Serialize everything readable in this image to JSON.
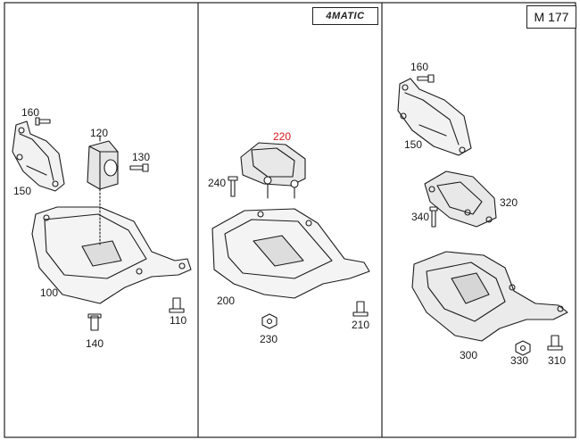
{
  "header": {
    "badge_matic": "4MATIC",
    "code": "M 177"
  },
  "panels": {
    "left": {
      "labels": [
        "160",
        "120",
        "130",
        "150",
        "100",
        "110",
        "140"
      ]
    },
    "middle": {
      "labels": [
        "220",
        "240",
        "200",
        "210",
        "230"
      ]
    },
    "right": {
      "labels": [
        "160",
        "150",
        "320",
        "340",
        "300",
        "330",
        "310"
      ]
    }
  },
  "highlight": {
    "part": "220",
    "color": "#d81818"
  }
}
